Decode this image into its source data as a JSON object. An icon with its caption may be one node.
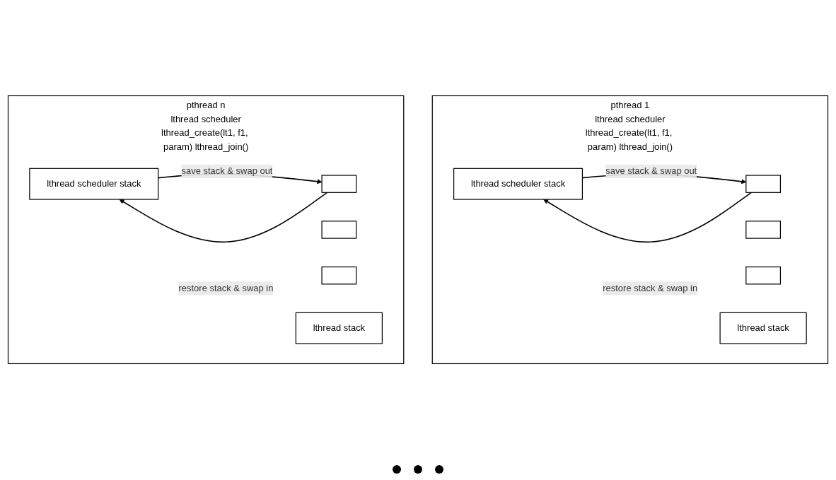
{
  "diagram": {
    "nodes": [
      {
        "text": [
          "pthread 1",
          "lthread scheduler",
          "lthread_create(lt1, f1, param) lthread_join()"
        ]
      },
      {
        "text": [
          "lthread scheduler stack"
        ],
        "in": 0
      },
      {
        "text": [],
        "shape": "box",
        "in": 0
      },
      {
        "text": [],
        "shape": "box",
        "in": 0
      },
      {
        "text": [],
        "shape": "box",
        "in": 0
      },
      {
        "text": [
          "lthread stack"
        ],
        "in": 0
      },
      {
        "text": [
          "pthread n",
          "lthread scheduler",
          "lthread_create(lt1, f1, param) lthread_join()"
        ]
      },
      {
        "text": [
          "lthread scheduler stack"
        ],
        "in": 6
      },
      {
        "text": [],
        "shape": "box",
        "in": 6
      },
      {
        "text": [],
        "shape": "box",
        "in": 6
      },
      {
        "text": [],
        "shape": "box",
        "in": 6
      },
      {
        "text": [
          "lthread stack"
        ],
        "in": 6
      }
    ],
    "edges": [
      {
        "from": 1,
        "to": 2,
        "arrow": "to",
        "label": "save stack & swap out"
      },
      {
        "from": 2,
        "to": 1,
        "arrow": "to",
        "label": "restore stack & swap in"
      },
      {
        "from": 7,
        "to": 8,
        "arrow": "to",
        "label": "save stack & swap out"
      },
      {
        "from": 8,
        "to": 7,
        "arrow": "to",
        "label": "restore stack & swap in"
      }
    ]
  }
}
